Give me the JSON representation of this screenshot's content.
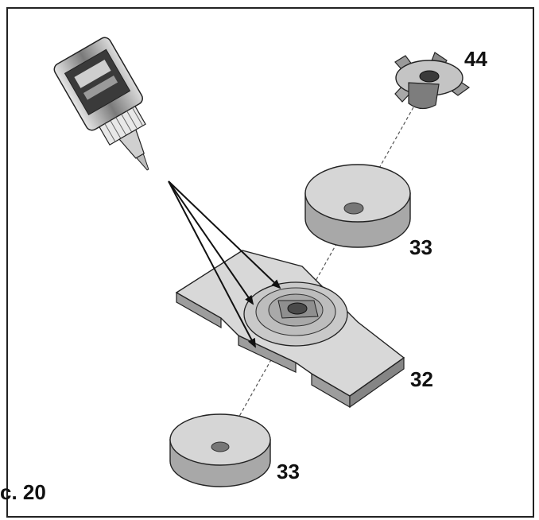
{
  "figure_caption": "c. 20",
  "parts": {
    "insert_nut": "44",
    "washer_top": "33",
    "plate": "32",
    "washer_bottom": "33"
  },
  "colors": {
    "outline": "#1a1a1a",
    "part_light": "#d9d9d9",
    "part_mid": "#b5b5b5",
    "part_dark": "#8c8c8c",
    "frame": "#222222"
  },
  "icons": {
    "glue_bottle": "adhesive-bottle-icon",
    "arrows": "application-arrow-icon"
  }
}
